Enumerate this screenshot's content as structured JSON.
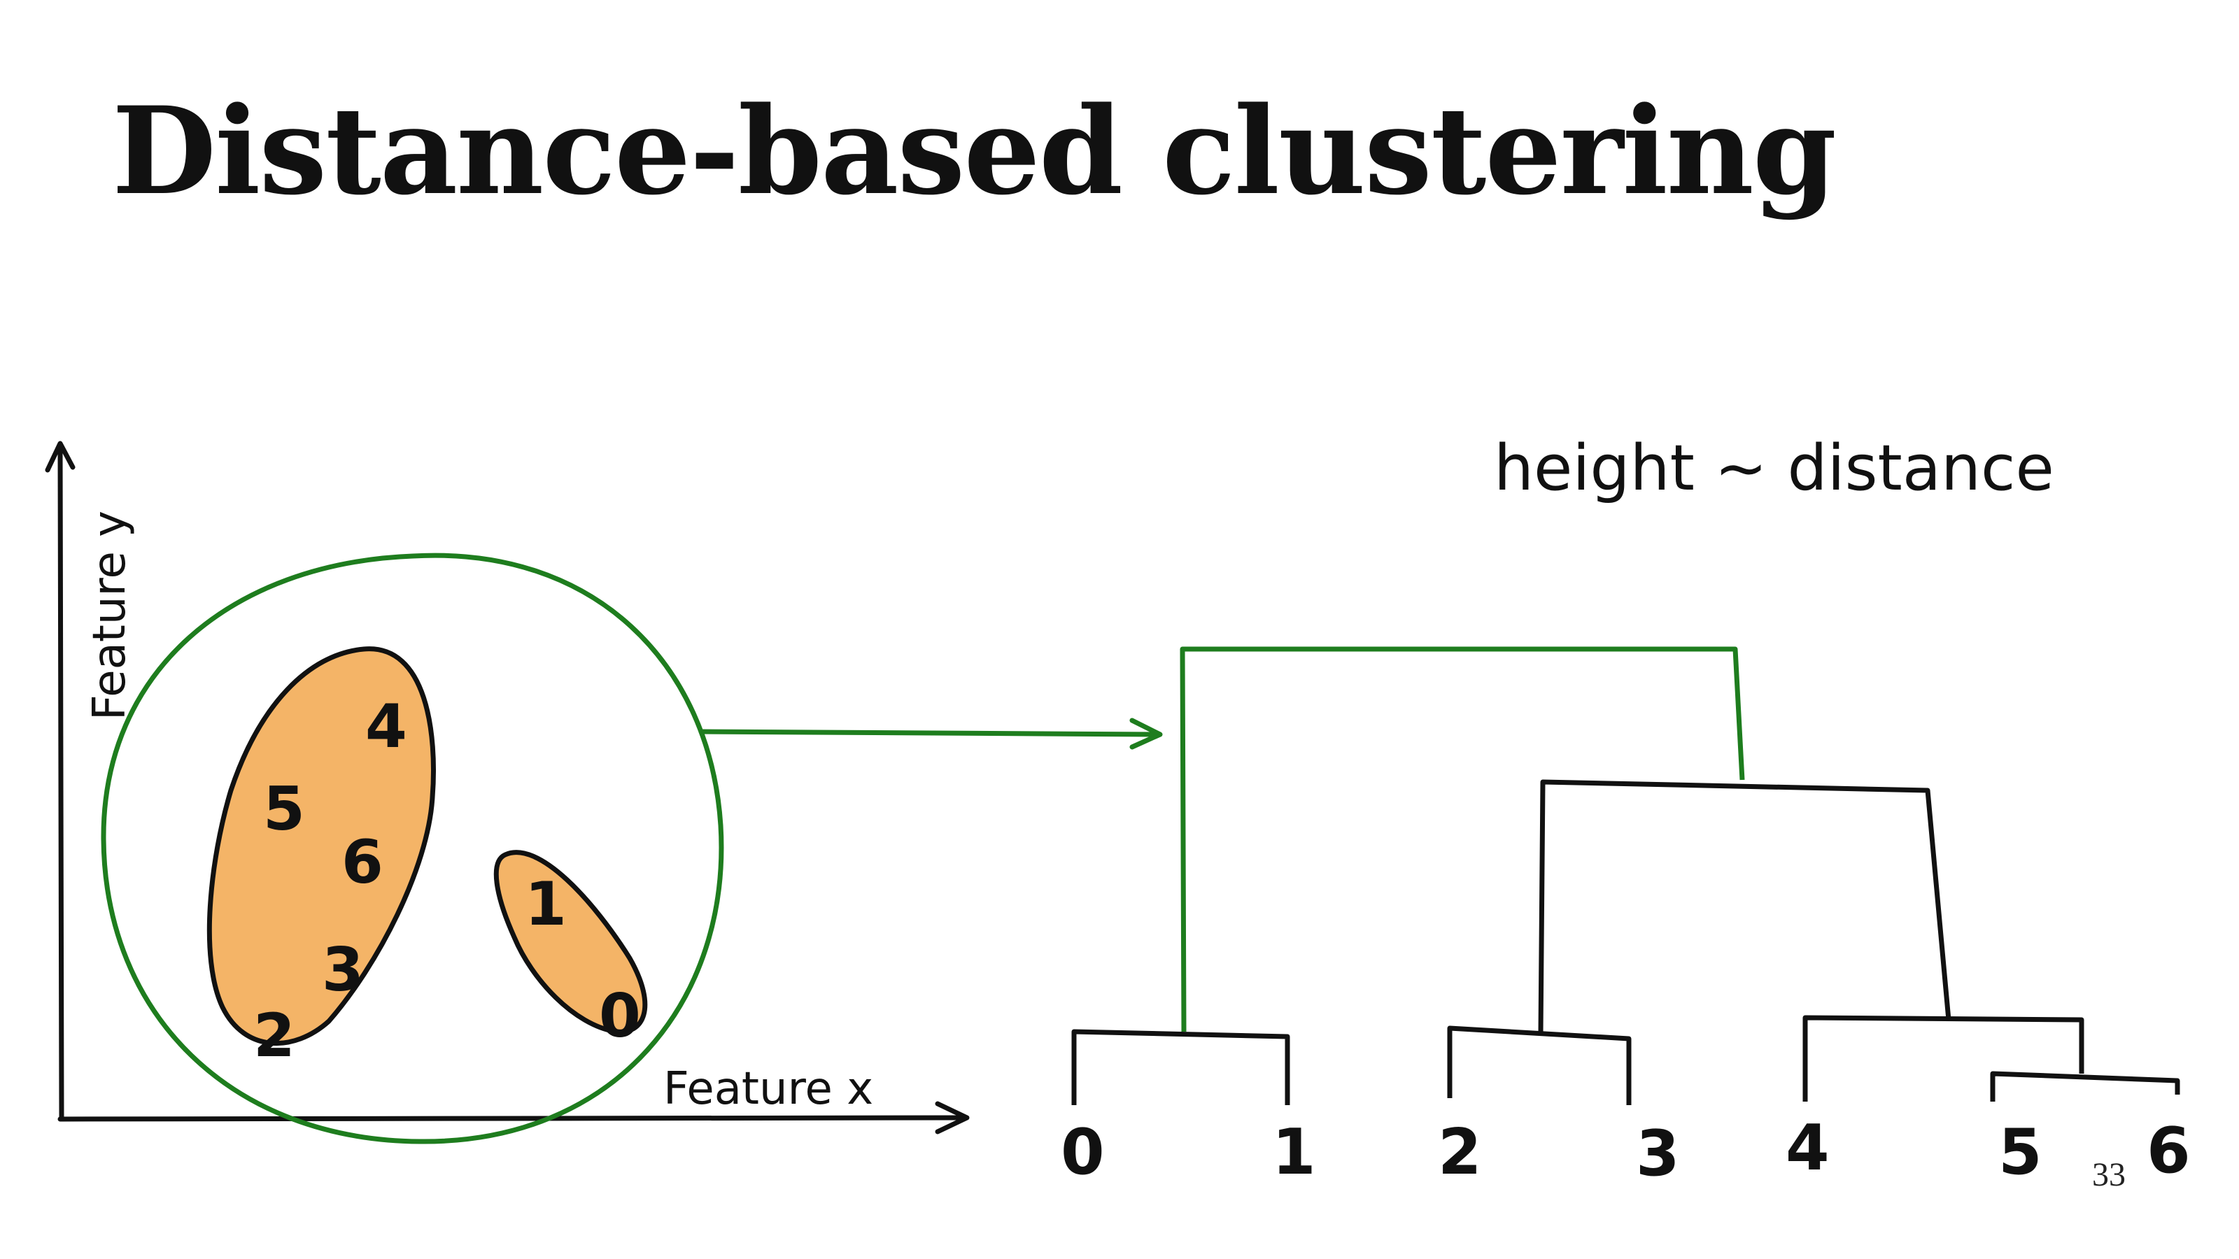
{
  "slide": {
    "title": "Distance-based clustering",
    "page_number": "33"
  },
  "scatter": {
    "x_axis_label": "Feature x",
    "y_axis_label": "Feature y",
    "big_cluster_points": [
      "4",
      "5",
      "6",
      "3",
      "2"
    ],
    "small_cluster_points": [
      "1",
      "0"
    ]
  },
  "dendrogram": {
    "annotation": "height ~ distance",
    "leaf_labels": [
      "0",
      "1",
      "2",
      "3",
      "4",
      "5",
      "6"
    ]
  },
  "colors": {
    "cluster_fill": "#f4b467",
    "green": "#1e7d1e",
    "ink": "#111111"
  }
}
